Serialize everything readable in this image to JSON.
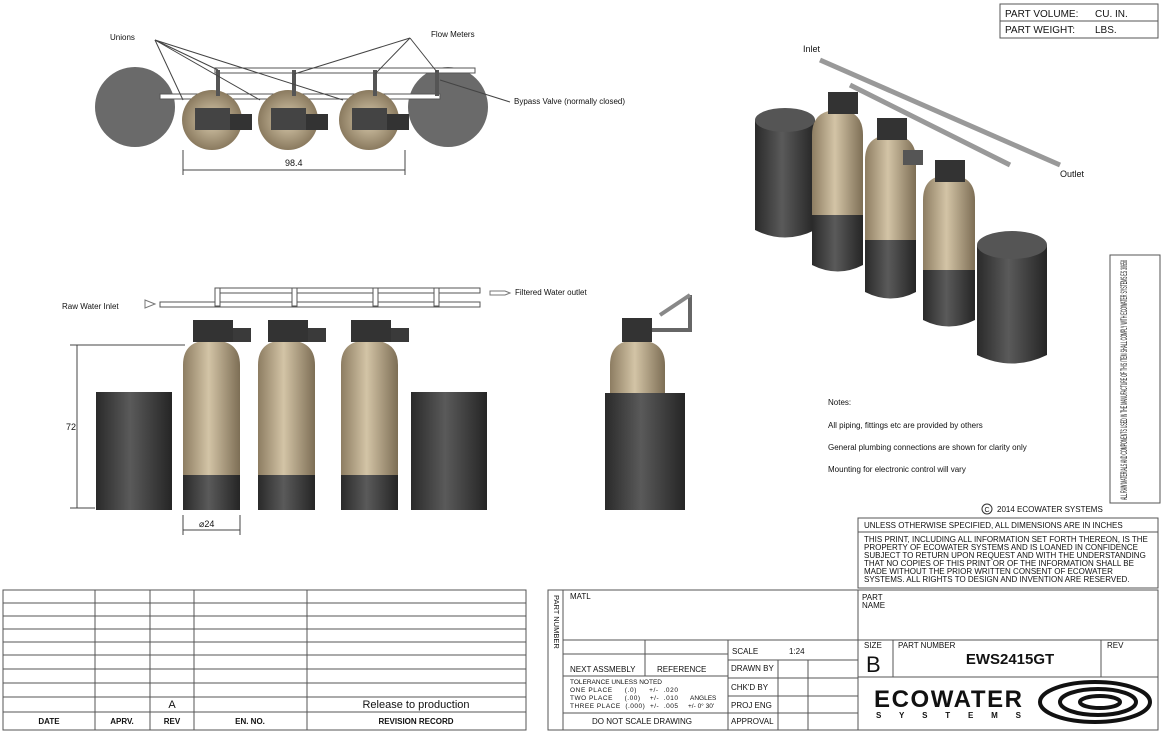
{
  "part_info": {
    "volume_label": "PART VOLUME:",
    "volume_unit": "CU. IN.",
    "weight_label": "PART WEIGHT:",
    "weight_unit": "LBS."
  },
  "top_view": {
    "unions": "Unions",
    "flow_meters": "Flow Meters",
    "bypass": "Bypass Valve (normally closed)",
    "width_dim": "98.4"
  },
  "front_view": {
    "inlet": "Raw Water Inlet",
    "outlet": "Filtered Water outlet",
    "height_dim": "72",
    "diameter_dim": "⌀24"
  },
  "iso_view": {
    "inlet": "Inlet",
    "outlet": "Outlet"
  },
  "notes": {
    "title": "Notes:",
    "items": [
      "All piping, fittings etc are provided by others",
      "General plumbing connections are shown for clarity only",
      "Mounting for electronic control will vary"
    ]
  },
  "compliance": "ALL RAW MATERIALS AND COMPONENTS USED IN THE MANUFACTURE OF THIS ITEM SHALL COMPLY WITH ECOWATER SYSTEMS ES 30658",
  "copyright": "2014 ECOWATER SYSTEMS",
  "copyright_symbol": "C",
  "dimensions_note": "UNLESS OTHERWISE SPECIFIED, ALL DIMENSIONS ARE IN INCHES",
  "confidential": [
    "THIS PRINT, INCLUDING ALL INFORMATION SET FORTH THEREON, IS THE",
    "PROPERTY OF ECOWATER SYSTEMS AND IS LOANED IN CONFIDENCE",
    "SUBJECT TO RETURN UPON REQUEST AND WITH THE UNDERSTANDING",
    "THAT NO COPIES OF THIS PRINT OR OF THE INFORMATION SHALL BE",
    "MADE WITHOUT THE PRIOR WRITTEN CONSENT OF ECOWATER",
    "SYSTEMS. ALL RIGHTS TO DESIGN AND INVENTION ARE RESERVED."
  ],
  "revision_table": {
    "headers": [
      "DATE",
      "APRV.",
      "REV",
      "EN. NO.",
      "REVISION RECORD"
    ],
    "rows": [
      {
        "date": "",
        "aprv": "",
        "rev": "A",
        "en": "",
        "record": "Release to production"
      }
    ]
  },
  "title_block": {
    "part_number_vertical": "PART NUMBER",
    "matl": "MATL",
    "part_name": "PART\nNAME",
    "part_name_l1": "PART",
    "part_name_l2": "NAME",
    "scale_label": "SCALE",
    "scale": "1:24",
    "next_assembly": "NEXT ASSMEBLY",
    "reference": "REFERENCE",
    "drawn_by": "DRAWN BY",
    "chkd_by": "CHK'D BY",
    "proj_eng": "PROJ ENG",
    "approval": "APPROVAL",
    "tolerance": "TOLERANCE UNLESS NOTED",
    "one_place": "ONE PLACE     (.0)     +/-  .020",
    "two_place": "TWO PLACE     (.00)    +/-  .010",
    "three_place": "THREE PLACE  (.000)  +/-  .005",
    "angles": "ANGLES",
    "angles_val": "+/- 0° 30'",
    "do_not_scale": "DO NOT SCALE DRAWING",
    "size_label": "SIZE",
    "size": "B",
    "pn_label": "PART  NUMBER",
    "part_number": "EWS2415GT",
    "rev_label": "REV",
    "logo_main": "ECOWATER",
    "logo_sub": "S Y S T E M S"
  },
  "colors": {
    "tank": "#b8a88a",
    "tank_dark": "#3e3e3e",
    "brine": "#4a4a4a",
    "line": "#444444"
  }
}
